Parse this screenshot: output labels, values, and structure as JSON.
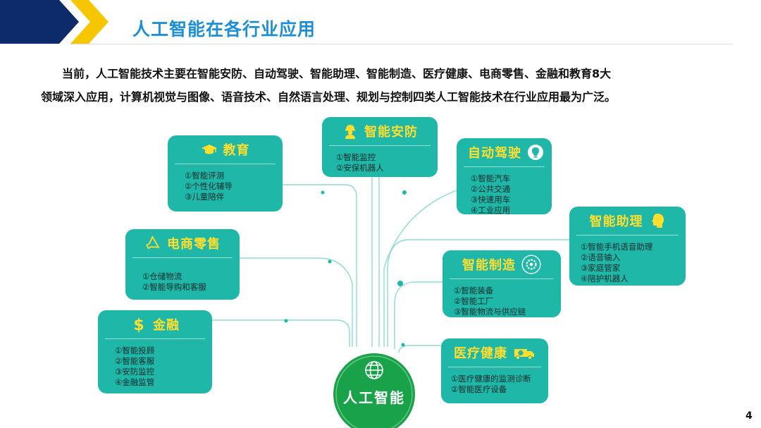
{
  "slide": {
    "title": "人工智能在各行业应用",
    "intro_line1": "当前，人工智能技术主要在智能安防、自动驾驶、智能助理、智能制造、医疗健康、电商零售、金融和教育8大",
    "intro_line2": "领域深入应用，计算机视觉与图像、语音技术、自然语言处理、规划与控制四类人工智能技术在行业应用最为广泛。",
    "page_number": "4"
  },
  "colors": {
    "accent_blue": "#1c8fd6",
    "card_teal": "#1fb7a8",
    "label_yellow": "#ffde2e",
    "hub_green": "#19a24a",
    "navy": "#0d2a6b",
    "header_yellow": "#f6c700"
  },
  "hub": {
    "label": "人工智能",
    "icon": "globe-icon"
  },
  "cards": {
    "education": {
      "title": "教育",
      "icon": "graduation-cap-icon",
      "items": [
        "①智能评测",
        "②个性化辅导",
        "③儿童陪伴"
      ]
    },
    "security": {
      "title": "智能安防",
      "icon": "worker-icon",
      "items": [
        "①智能监控",
        "②安保机器人"
      ]
    },
    "driving": {
      "title": "自动驾驶",
      "icon": "lightbulb-icon",
      "items": [
        "①智能汽车",
        "②公共交通",
        "③快速用车",
        "④工业应用"
      ]
    },
    "assistant": {
      "title": "智能助理",
      "icon": "head-icon",
      "items": [
        "①智能手机语音助理",
        "②语音输入",
        "③家庭管家",
        "④陪护机器人"
      ]
    },
    "retail": {
      "title": "电商零售",
      "icon": "megaphone-icon",
      "items": [
        "①仓储物流",
        "②智能导购和客服"
      ]
    },
    "manufacturing": {
      "title": "智能制造",
      "icon": "gear-icon",
      "items": [
        "①智能装备",
        "②智能工厂",
        "③智能物流与供应链"
      ]
    },
    "finance": {
      "title": "金融",
      "icon": "dollar-icon",
      "items": [
        "①智能投顾",
        "②智能客服",
        "③安防监控",
        "④金融监管"
      ]
    },
    "healthcare": {
      "title": "医疗健康",
      "icon": "ambulance-icon",
      "items": [
        "①医疗健康的监测诊断",
        "②智能医疗设备"
      ]
    }
  }
}
